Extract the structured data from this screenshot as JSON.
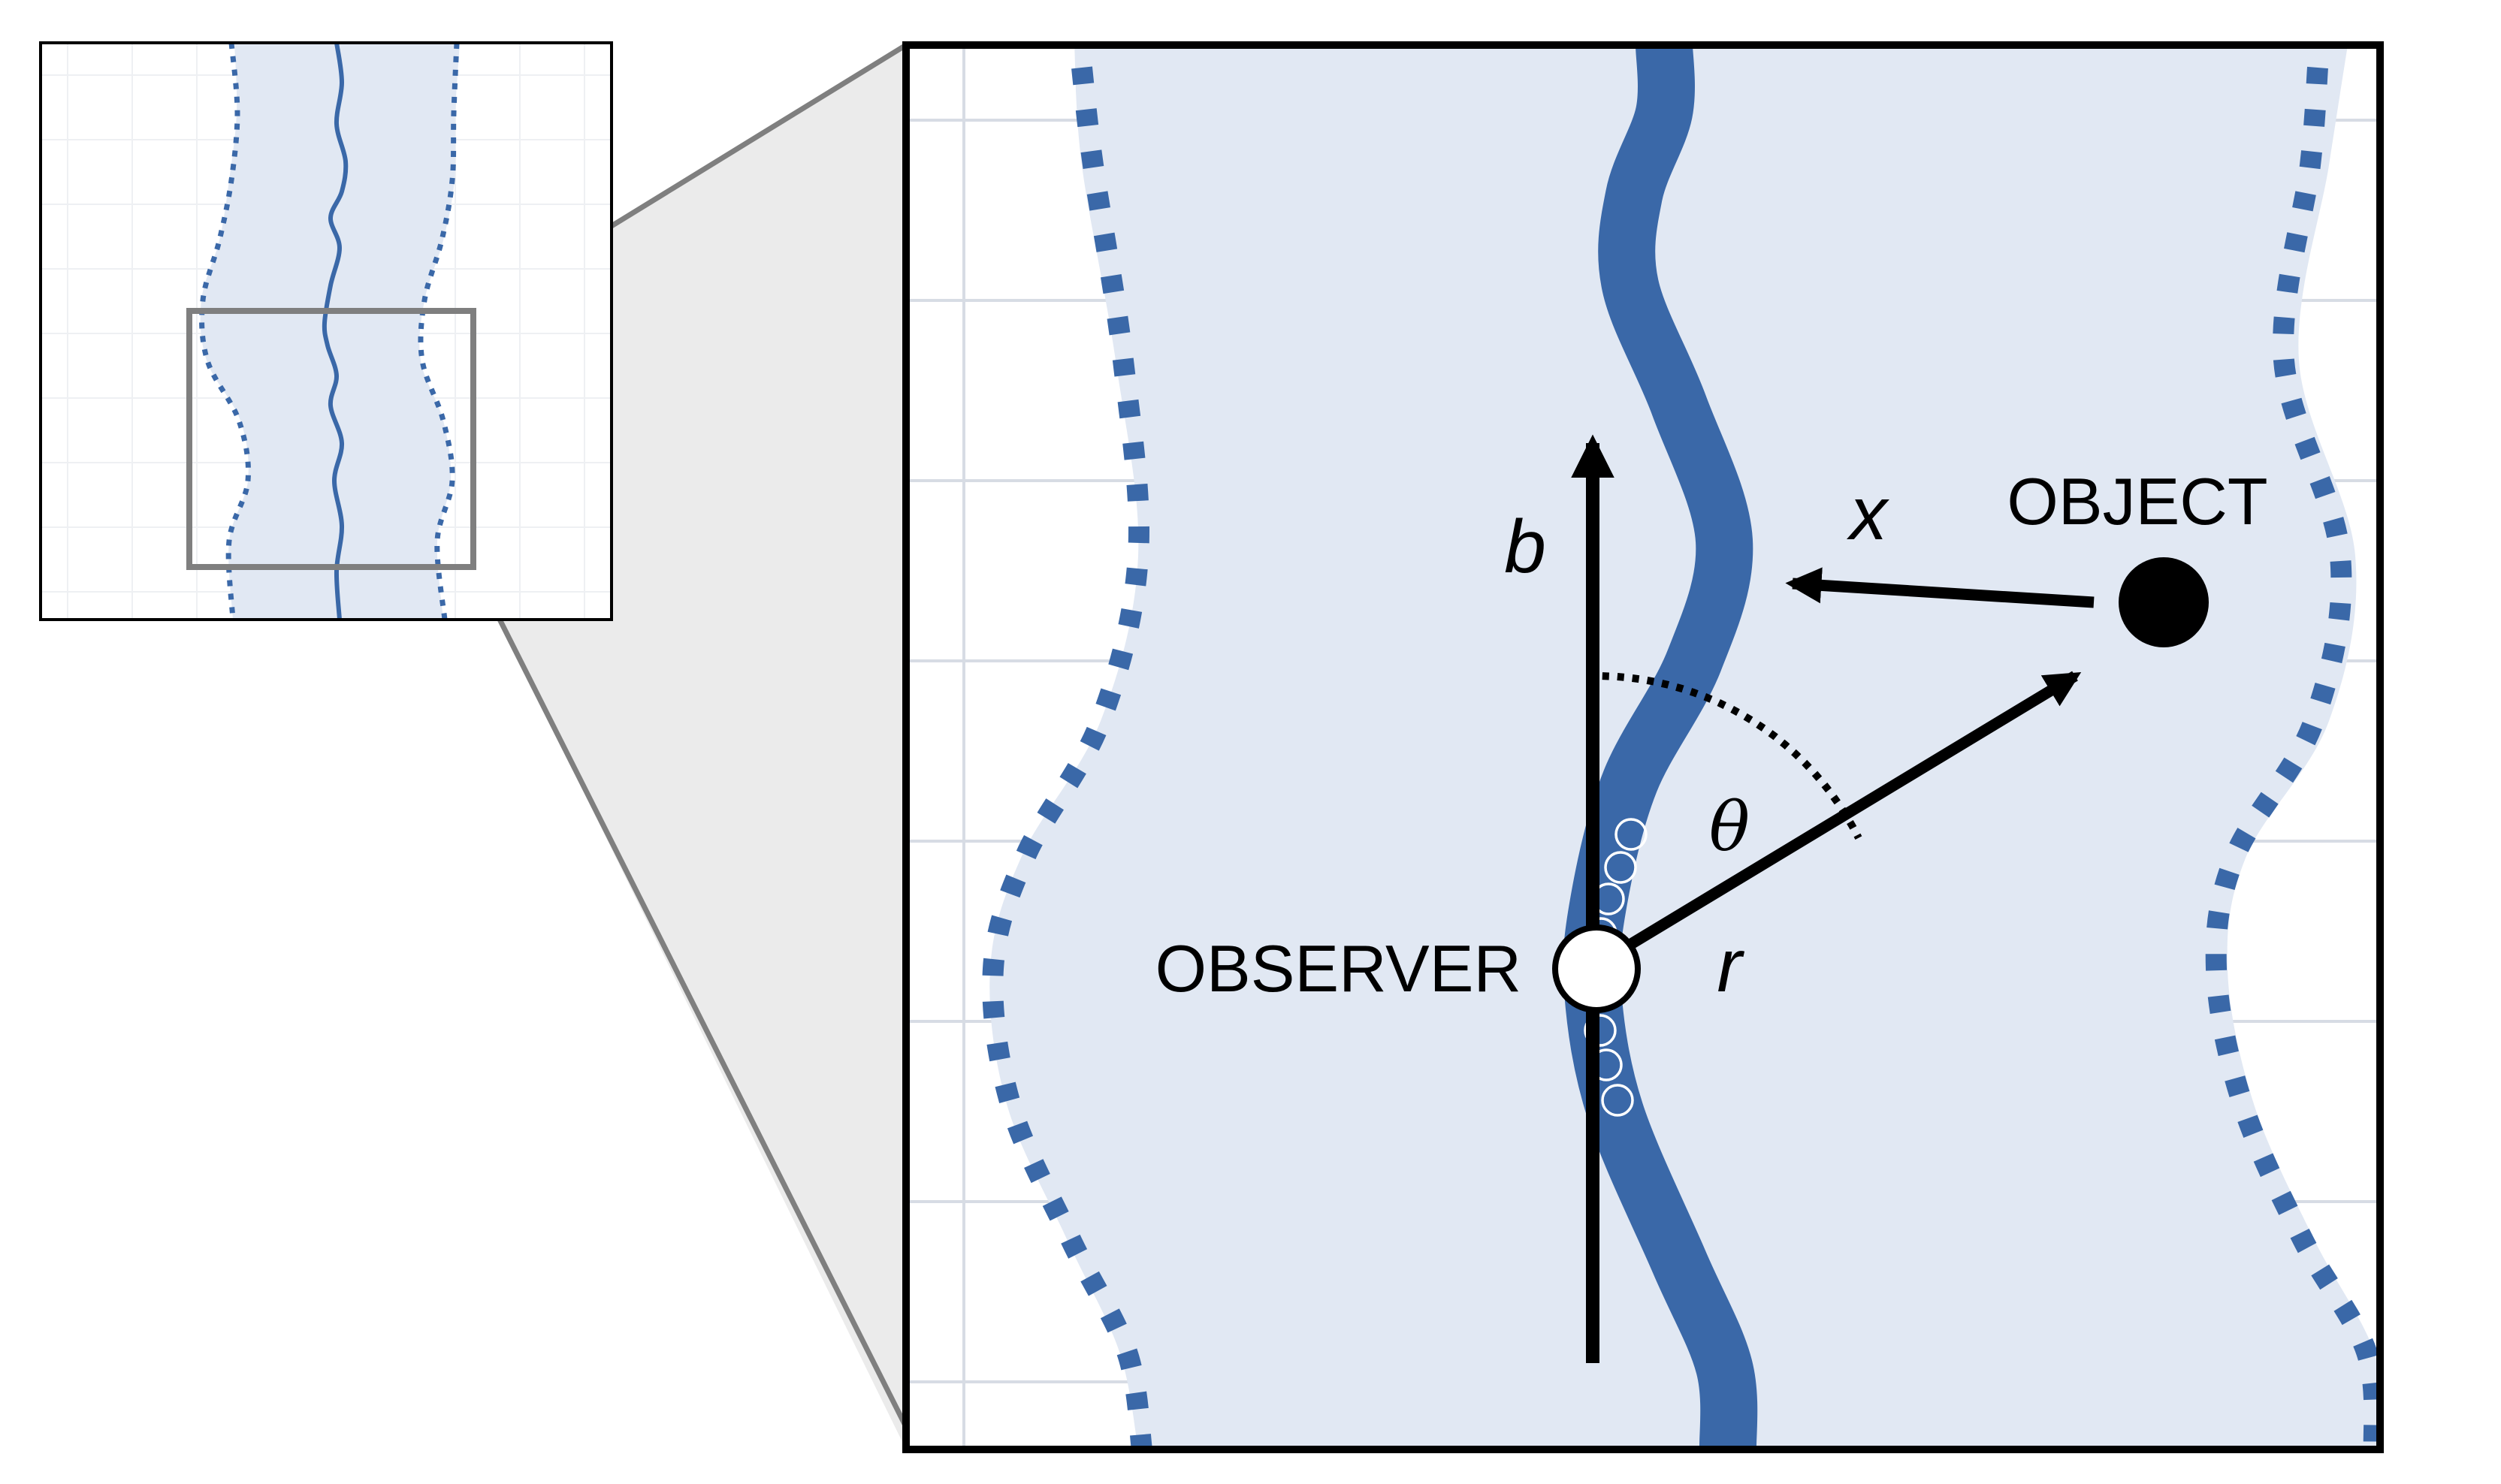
{
  "labels": {
    "object": "OBJECT",
    "observer": "OBSERVER",
    "b": "b",
    "x": "x",
    "r": "r",
    "theta": "θ"
  },
  "colors": {
    "stream": "#3a68a8",
    "band_fill": "#e1e8f3",
    "grid": "#d7dce4",
    "grid_light": "#eef0f3",
    "connector": "#7f7f7f",
    "connector_fill": "#ebebeb",
    "ink": "#000000",
    "white": "#ffffff"
  }
}
